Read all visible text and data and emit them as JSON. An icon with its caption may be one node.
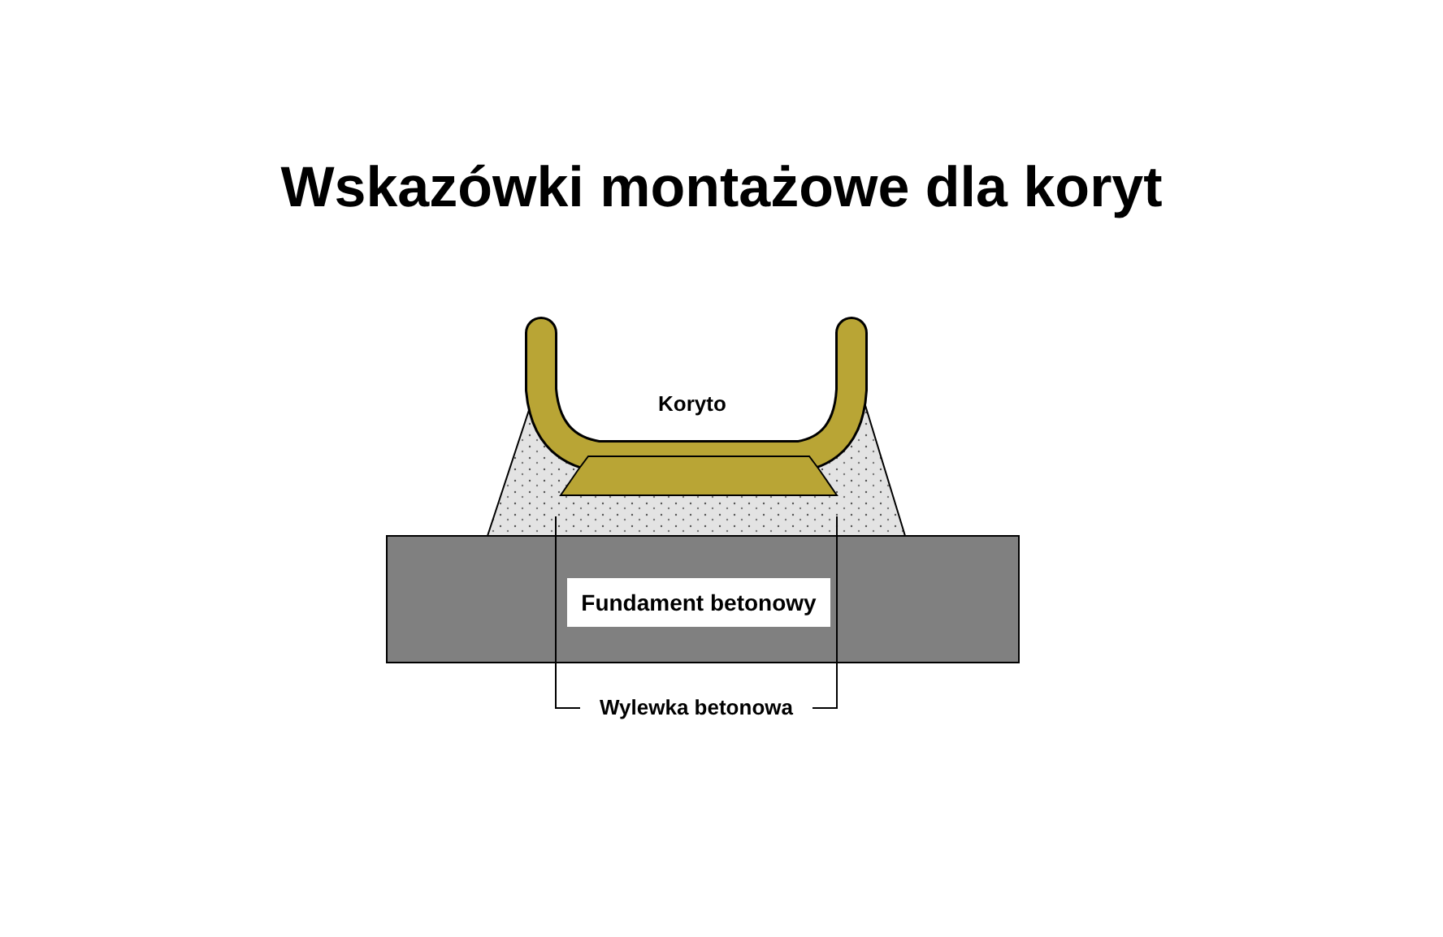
{
  "diagram": {
    "title": "Wskazówki montażowe dla koryt",
    "nodes": [
      {
        "text": [],
        "shape": "picture"
      },
      {
        "text": [
          "Fundament betonowy"
        ]
      },
      {
        "text": [
          "Wylewka betonowa"
        ]
      }
    ],
    "edges": [
      {
        "from": 2,
        "to": 0,
        "arrow": "none"
      },
      {
        "from": 2,
        "to": 0,
        "arrow": "none"
      }
    ],
    "labels": [
      "Koryto"
    ]
  }
}
